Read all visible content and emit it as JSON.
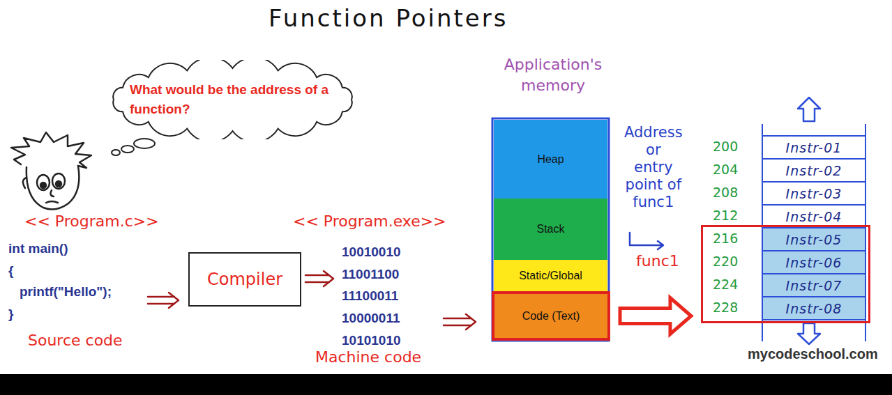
{
  "diagram": {
    "title": "Function Pointers",
    "nodes": [
      {
        "text": [
          "What would be the address of a function?"
        ]
      },
      {
        "text": [
          "Compiler"
        ]
      },
      {
        "text": [
          "Heap"
        ]
      },
      {
        "text": [
          "Stack"
        ]
      },
      {
        "text": [
          "Static/Global"
        ]
      },
      {
        "text": [
          "Code (Text)"
        ]
      },
      {
        "text": [
          "Instr-01"
        ]
      },
      {
        "text": [
          "Instr-02"
        ]
      },
      {
        "text": [
          "Instr-03"
        ]
      },
      {
        "text": [
          "Instr-04"
        ]
      },
      {
        "text": [
          "func1"
        ]
      },
      {
        "text": [
          "Instr-05"
        ],
        "in": 10
      },
      {
        "text": [
          "Instr-06"
        ],
        "in": 10
      },
      {
        "text": [
          "Instr-07"
        ],
        "in": 10
      },
      {
        "text": [
          "Instr-08"
        ],
        "in": 10
      }
    ],
    "edges": [
      {
        "from": 5,
        "to": 10,
        "arrow": "to"
      }
    ],
    "labels": [
      "<< Program.c>>",
      "int main()",
      "{",
      "printf(\"Hello\");",
      "}",
      "Source code",
      "<< Program.exe>>",
      "10010010",
      "11001100",
      "11100011",
      "10000011",
      "10101010",
      "Machine code",
      "Application's memory",
      "Address or entry point of func1",
      "200",
      "204",
      "208",
      "212",
      "216",
      "220",
      "224",
      "228",
      "mycodeschool.com"
    ]
  }
}
